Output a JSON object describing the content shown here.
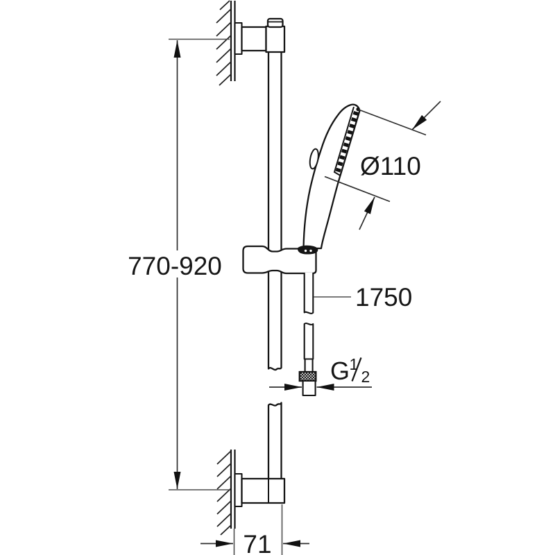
{
  "diagram": {
    "labels": {
      "rail_height": "770-920",
      "head_diameter": "Ø110",
      "hose_length": "1750",
      "thread_letter": "G",
      "thread_numerator": "1",
      "thread_denominator": "2",
      "wall_distance": "71"
    }
  }
}
